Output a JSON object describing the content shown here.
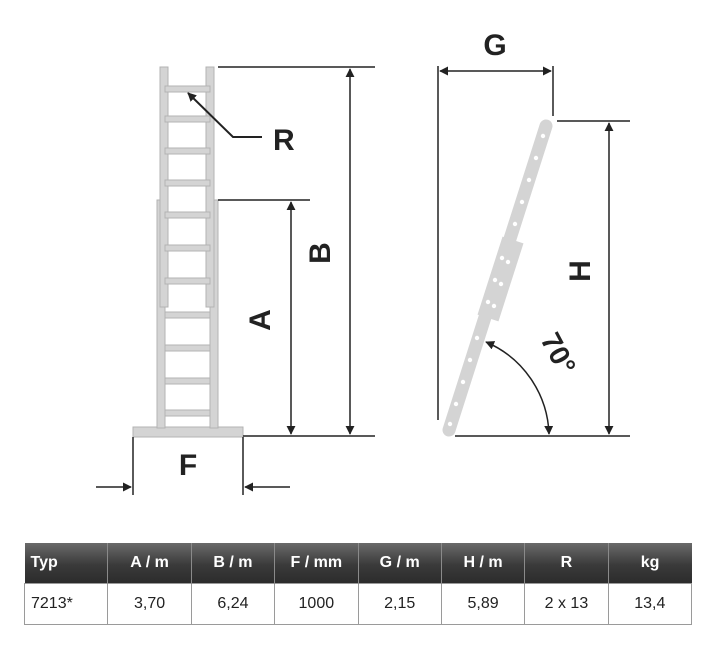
{
  "diagram": {
    "labels": {
      "a": "A",
      "b": "B",
      "f": "F",
      "g": "G",
      "h": "H",
      "r": "R",
      "angle": "70°"
    },
    "colors": {
      "ladder_fill": "#d4d4d4",
      "ladder_stroke": "#b3b3b3",
      "line": "#222222",
      "text": "#222222"
    }
  },
  "table": {
    "headers": [
      "Typ",
      "A / m",
      "B / m",
      "F / mm",
      "G / m",
      "H / m",
      "R",
      "kg"
    ],
    "rows": [
      [
        "7213*",
        "3,70",
        "6,24",
        "1000",
        "2,15",
        "5,89",
        "2 x 13",
        "13,4"
      ]
    ]
  }
}
